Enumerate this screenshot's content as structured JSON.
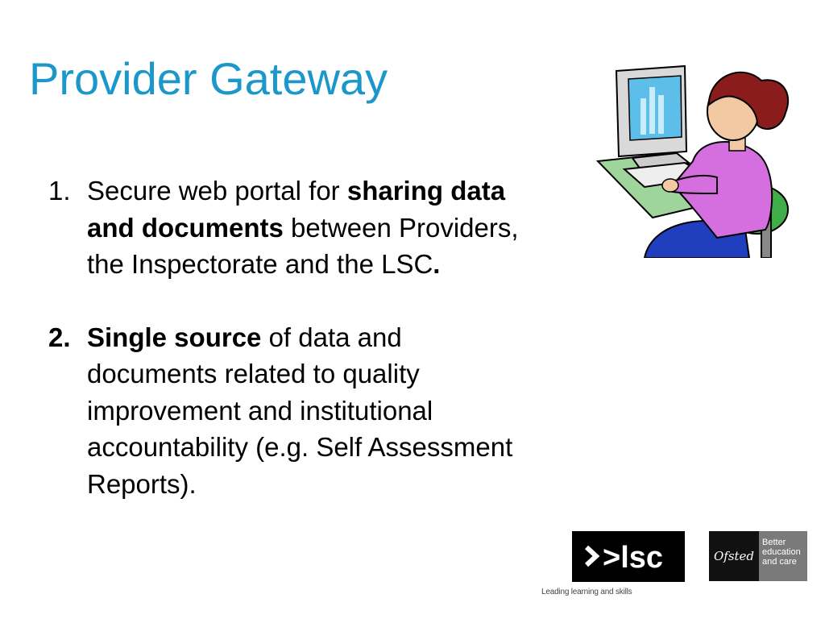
{
  "slide": {
    "title": "Provider Gateway",
    "items": [
      {
        "number": "1.",
        "parts": [
          {
            "text": "Secure web portal for ",
            "bold": false
          },
          {
            "text": "sharing data and documents",
            "bold": true
          },
          {
            "text": " between Providers, the Inspectorate and the LSC",
            "bold": false
          },
          {
            "text": ".",
            "bold": true
          }
        ]
      },
      {
        "number": "2.",
        "parts": [
          {
            "text": "Single source",
            "bold": true
          },
          {
            "text": " of data and documents related to quality improvement and institutional accountability (e.g. Self Assessment Reports).",
            "bold": false
          }
        ]
      }
    ]
  },
  "logos": {
    "lsc": {
      "text": ">lsc",
      "tagline": "Leading learning and skills"
    },
    "ofsted": {
      "name": "Ofsted",
      "line1": "Better",
      "line2": "education",
      "line3": "and care"
    }
  },
  "illustration": {
    "icon": "woman-at-computer-icon"
  },
  "colors": {
    "title": "#1b97c9"
  }
}
